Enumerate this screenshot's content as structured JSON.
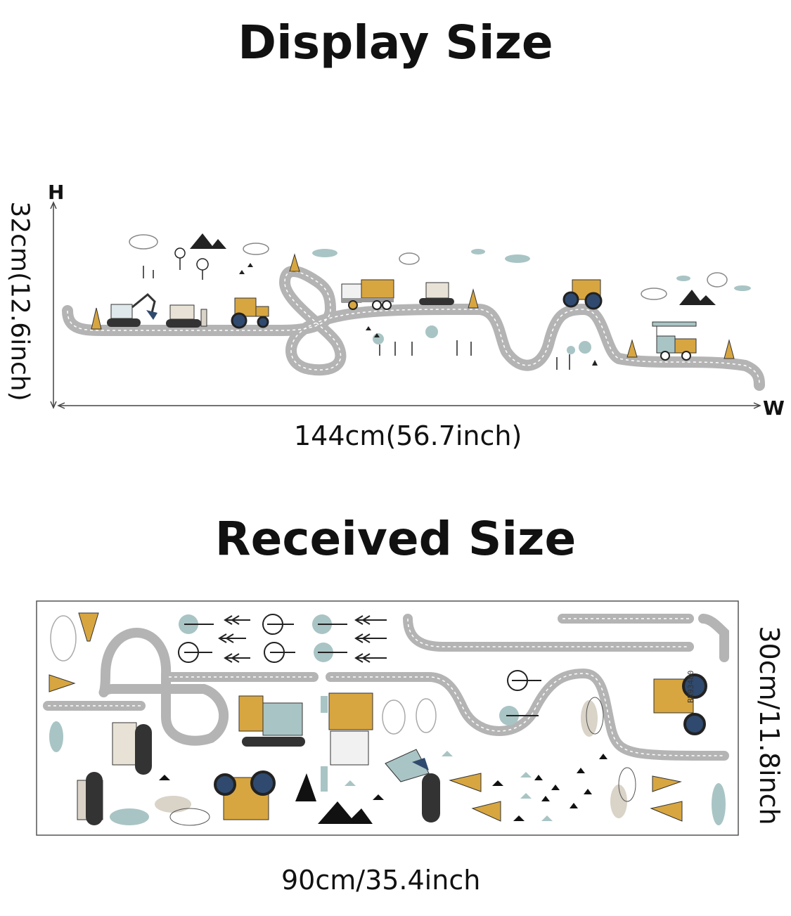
{
  "display": {
    "title": "Display Size",
    "height_label": "32cm(12.6inch)",
    "width_label": "144cm(56.7inch)",
    "h_letter": "H",
    "w_letter": "W"
  },
  "received": {
    "title": "Received Size",
    "height_label": "30cm/11.8inch",
    "width_label": "90cm/35.4inch",
    "product_code": "BR93480"
  },
  "colors": {
    "road": "#b4b4b4",
    "mustard": "#d8a640",
    "navy": "#2f4a6e",
    "sage": "#a9c4c4",
    "beige": "#d9d3c8",
    "ink": "#111111"
  }
}
